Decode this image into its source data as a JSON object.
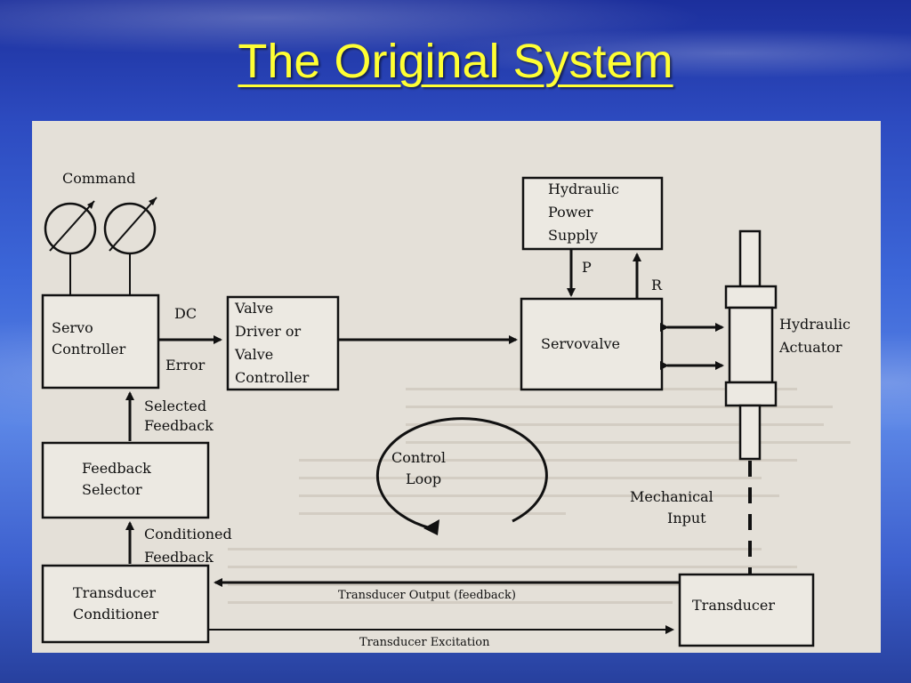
{
  "slide": {
    "title": "The Original System"
  },
  "diagram": {
    "command": "Command",
    "servo_controller": [
      "Servo",
      "Controller"
    ],
    "dc": "DC",
    "error": "Error",
    "valve_driver": [
      "Valve",
      "Driver or",
      "Valve",
      "Controller"
    ],
    "servovalve": "Servovalve",
    "hydraulic_power_supply": [
      "Hydraulic",
      "Power",
      "Supply"
    ],
    "p": "P",
    "r": "R",
    "hydraulic_actuator": [
      "Hydraulic",
      "Actuator"
    ],
    "selected_feedback": [
      "Selected",
      "Feedback"
    ],
    "feedback_selector": [
      "Feedback",
      "Selector"
    ],
    "control_loop": [
      "Control",
      "Loop"
    ],
    "mechanical_input": [
      "Mechanical",
      "Input"
    ],
    "conditioned_feedback": [
      "Conditioned",
      "Feedback"
    ],
    "transducer_conditioner": [
      "Transducer",
      "Conditioner"
    ],
    "transducer": "Transducer",
    "transducer_output": "Transducer Output  (feedback)",
    "transducer_excitation": "Transducer Excitation"
  }
}
